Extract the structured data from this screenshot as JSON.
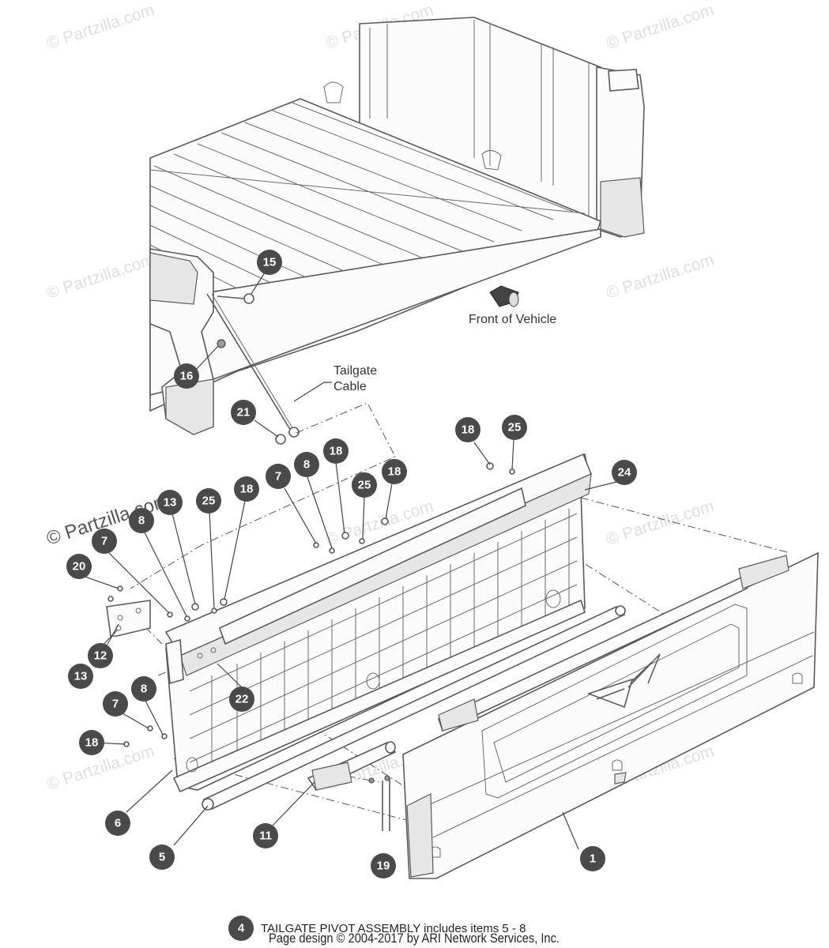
{
  "watermark": "© Partzilla.com",
  "labels": {
    "front_of_vehicle": "Front of Vehicle",
    "tailgate_cable_line1": "Tailgate",
    "tailgate_cable_line2": "Cable"
  },
  "callouts": {
    "c1": "1",
    "c5": "5",
    "c6": "6",
    "c11": "11",
    "c12": "12",
    "c13": "13",
    "c15": "15",
    "c16": "16",
    "c19": "19",
    "c20": "20",
    "c21": "21",
    "c22": "22",
    "c24": "24",
    "c7a": "7",
    "c7b": "7",
    "c7c": "7",
    "c8a": "8",
    "c8b": "8",
    "c8c": "8",
    "c13b": "13",
    "c18a": "18",
    "c18b": "18",
    "c18c": "18",
    "c18d": "18",
    "c18e": "18",
    "c25a": "25",
    "c25b": "25",
    "c25c": "25"
  },
  "footer": {
    "note_number": "4",
    "note_text": "TAILGATE PIVOT ASSEMBLY includes items 5 - 8",
    "copyright": "Page design © 2004-2017 by ARI Network Services, Inc."
  }
}
